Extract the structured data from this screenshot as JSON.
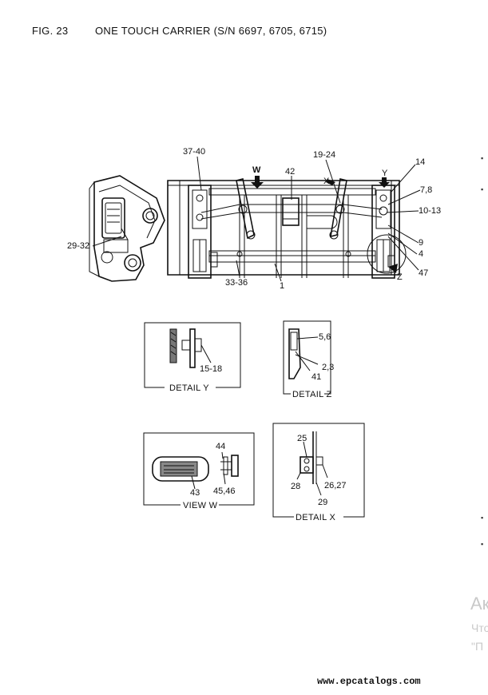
{
  "header": {
    "figure_number": "FIG. 23",
    "title": "ONE TOUCH CARRIER (S/N 6697, 6705, 6715)"
  },
  "callouts": {
    "c37_40": "37-40",
    "w": "W",
    "c42": "42",
    "c19_24": "19-24",
    "x": "X",
    "c14": "14",
    "y": "Y",
    "c7_8": "7,8",
    "c10_13": "10-13",
    "c9": "9",
    "c4": "4",
    "z": "Z",
    "c47": "47",
    "c29_32": "29-32",
    "c33_36": "33-36",
    "c1": "1",
    "c5_6": "5,6",
    "c2_3": "2,3",
    "c41": "41",
    "c15_18": "15-18",
    "c44": "44",
    "c43": "43",
    "c45_46": "45,46",
    "c25": "25",
    "c28": "28",
    "c26_27": "26,27",
    "c29": "29"
  },
  "details": {
    "detail_y": "DETAIL Y",
    "detail_z": "DETAIL Z",
    "view_w": "VIEW W",
    "detail_x": "DETAIL X"
  },
  "watermark": {
    "line1": "Ак",
    "line2": "Что",
    "line3": "\"П"
  },
  "footer": {
    "site": "www.epcatalogs.com"
  }
}
